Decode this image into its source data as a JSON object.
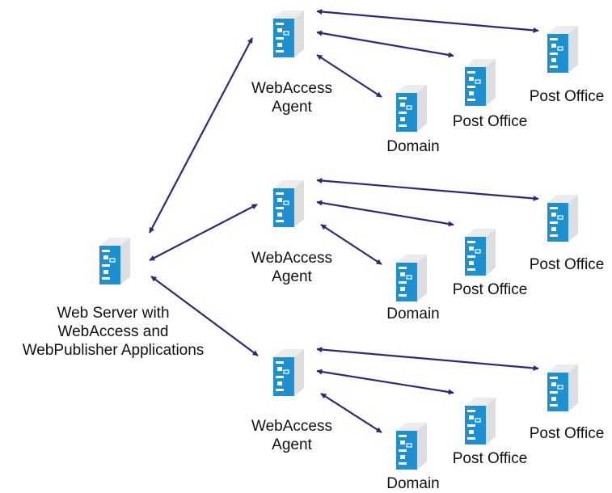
{
  "colors": {
    "arrow": "#2b2a7a",
    "server_blue": "#1e8fcf",
    "server_side": "#dcdde0",
    "server_top": "#ececee"
  },
  "icons": {
    "server": "server-tower-icon"
  },
  "web_server": {
    "label_lines": [
      "Web Server with",
      "WebAccess and",
      "WebPublisher Applications"
    ]
  },
  "groups": [
    {
      "agent": {
        "label_lines": [
          "WebAccess",
          "Agent"
        ]
      },
      "domain": {
        "label": "Domain"
      },
      "post_office_near": {
        "label": "Post Office"
      },
      "post_office_far": {
        "label": "Post Office"
      }
    },
    {
      "agent": {
        "label_lines": [
          "WebAccess",
          "Agent"
        ]
      },
      "domain": {
        "label": "Domain"
      },
      "post_office_near": {
        "label": "Post Office"
      },
      "post_office_far": {
        "label": "Post Office"
      }
    },
    {
      "agent": {
        "label_lines": [
          "WebAccess",
          "Agent"
        ]
      },
      "domain": {
        "label": "Domain"
      },
      "post_office_near": {
        "label": "Post Office"
      },
      "post_office_far": {
        "label": "Post Office"
      }
    }
  ]
}
